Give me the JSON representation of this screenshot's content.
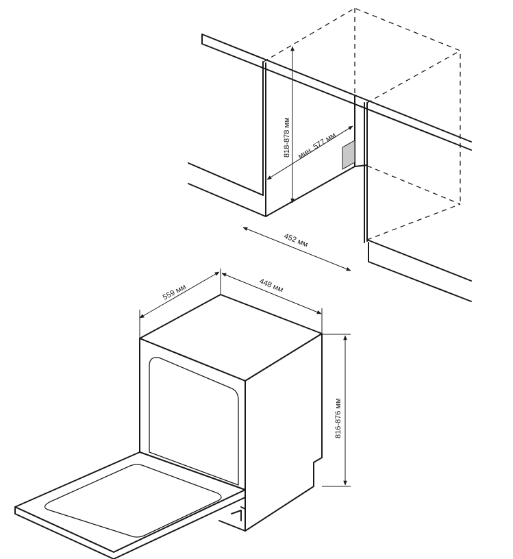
{
  "dimensions": {
    "niche_height": "818-878 мм",
    "niche_depth_min": "мин. 577 мм",
    "niche_width": "452 мм",
    "unit_depth": "559 мм",
    "unit_width": "448 мм",
    "unit_height": "816-876 мм"
  }
}
